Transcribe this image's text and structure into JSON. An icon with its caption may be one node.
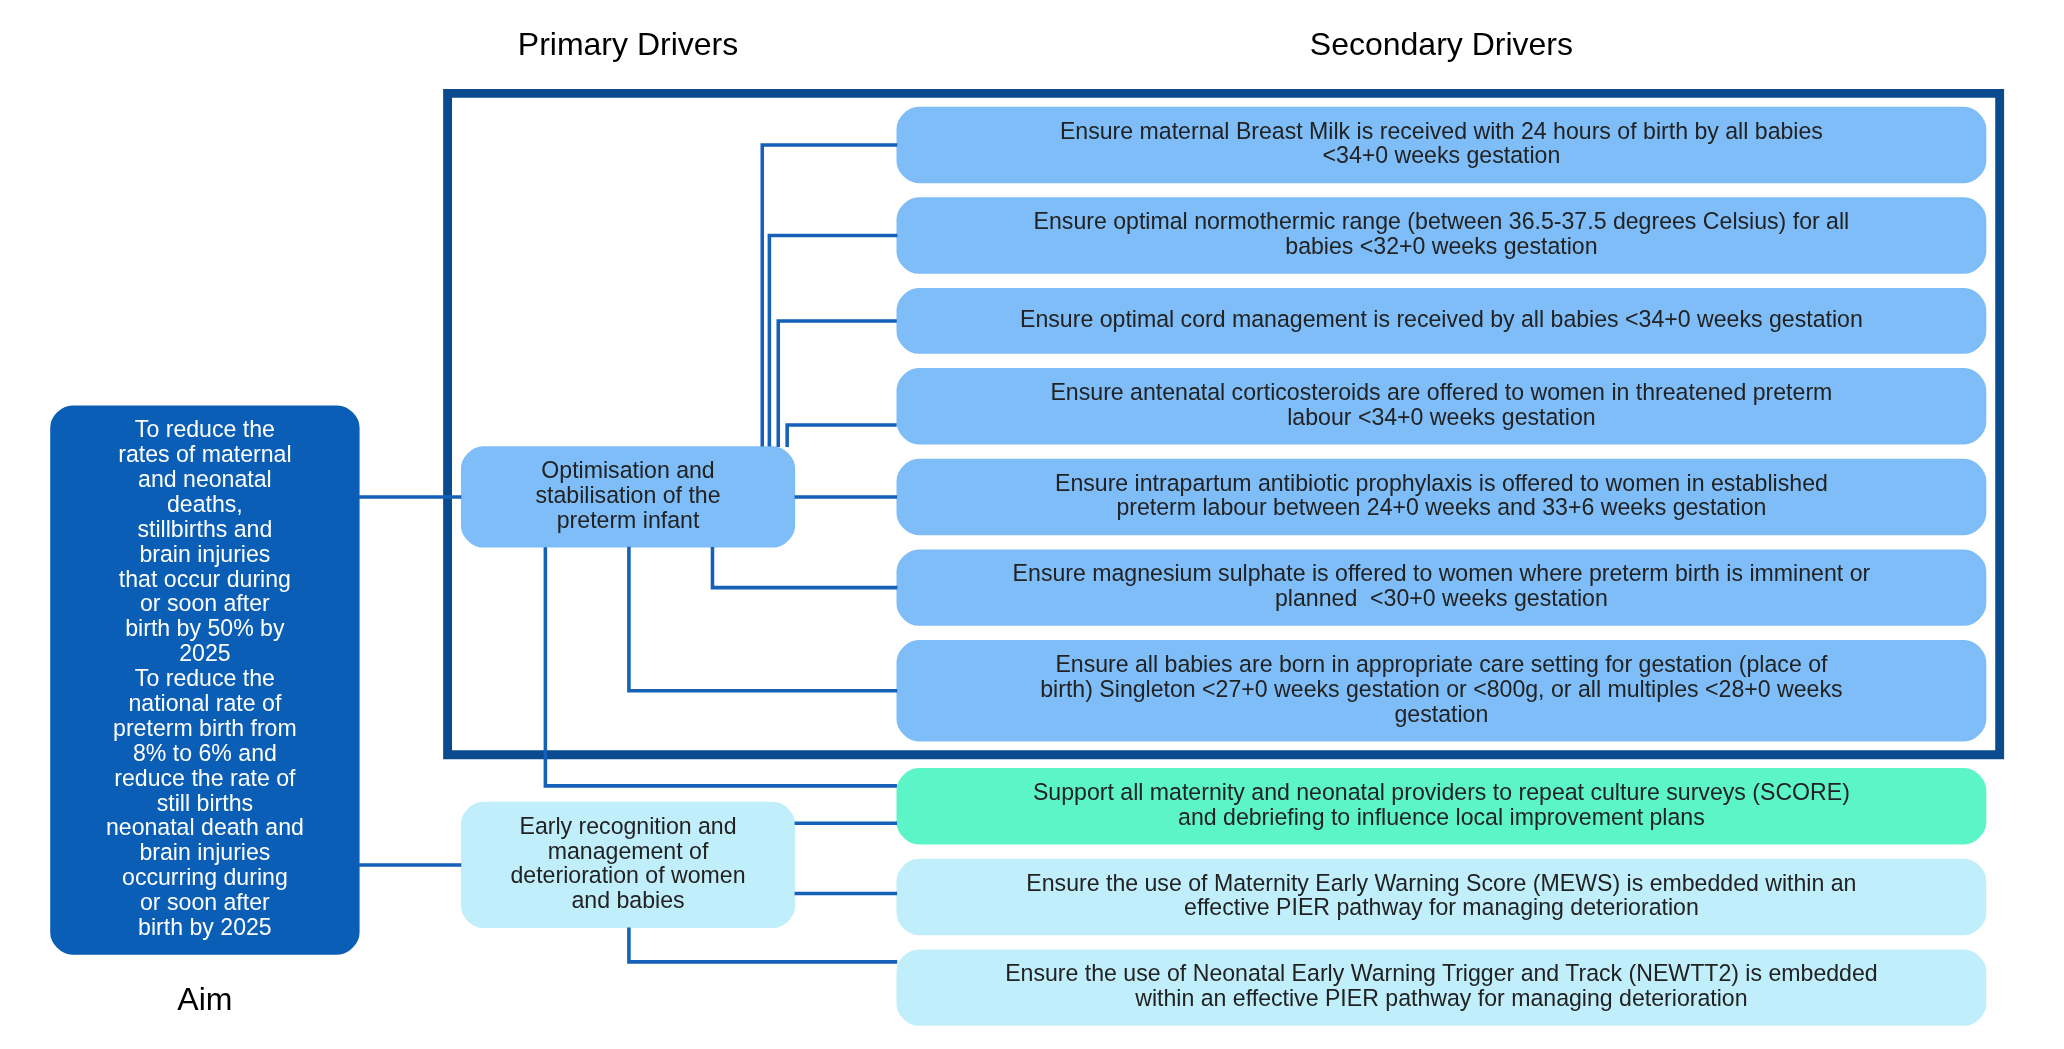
{
  "diagram": {
    "nodes": [
      {
        "text": [
          "To reduce the rates of maternal and neonatal deaths, stillbirths and brain injuries that occur during or soon after birth by 50% by 2025",
          "To reduce the national rate of preterm birth from 8% to 6% and reduce the rate of still births neonatal death and brain injuries occurring during or soon after birth by 2025"
        ]
      },
      {
        "text": [],
        "shape": "box"
      },
      {
        "text": [
          "Optimisation and stabilisation of the preterm infant"
        ],
        "in": 1
      },
      {
        "text": [
          "Ensure all babies are born in appropriate care setting for gestation (place of birth) Singleton <27+0 weeks gestation or <800g, or all multiples <28+0 weeks gestation"
        ],
        "in": 1
      },
      {
        "text": [
          "Ensure magnesium sulphate is offered to women where preterm birth is imminent or planned  <30+0 weeks gestation"
        ],
        "in": 1
      },
      {
        "text": [
          "Ensure intrapartum antibiotic prophylaxis is offered to women in established preterm labour between 24+0 weeks and 33+6 weeks gestation"
        ],
        "in": 1
      },
      {
        "text": [
          "Ensure antenatal corticosteroids are offered to women in threatened preterm labour <34+0 weeks gestation"
        ],
        "in": 1
      },
      {
        "text": [
          "Ensure optimal cord management is received by all babies <34+0 weeks gestation"
        ],
        "in": 1
      },
      {
        "text": [
          "Ensure optimal normothermic range (between 36.5-37.5 degrees Celsius) for all babies <32+0 weeks gestation"
        ],
        "in": 1
      },
      {
        "text": [
          "Ensure maternal Breast Milk is received with 24 hours of birth by all babies <34+0 weeks gestation"
        ],
        "in": 1
      },
      {
        "text": [
          "Early recognition and management of deterioration of women and babies"
        ]
      },
      {
        "text": [
          "Support all maternity and neonatal providers to repeat culture surveys (SCORE) and debriefing to influence local improvement plans"
        ]
      },
      {
        "text": [
          "Ensure the use of Maternity Early Warning Score (MEWS) is embedded within an effective PIER pathway for managing deterioration"
        ]
      },
      {
        "text": [
          "Ensure the use of Neonatal Early Warning Trigger and Track (NEWTT2) is embedded within an effective PIER pathway for managing deterioration"
        ]
      }
    ],
    "edges": [
      {
        "from": 0,
        "to": 2,
        "arrow": "none"
      },
      {
        "from": 0,
        "to": 10,
        "arrow": "none"
      },
      {
        "from": 2,
        "to": 3,
        "arrow": "none"
      },
      {
        "from": 2,
        "to": 4,
        "arrow": "none"
      },
      {
        "from": 2,
        "to": 5,
        "arrow": "none"
      },
      {
        "from": 2,
        "to": 6,
        "arrow": "none"
      },
      {
        "from": 2,
        "to": 7,
        "arrow": "none"
      },
      {
        "from": 2,
        "to": 8,
        "arrow": "none"
      },
      {
        "from": 2,
        "to": 9,
        "arrow": "none"
      },
      {
        "from": 2,
        "to": 11,
        "arrow": "none"
      },
      {
        "from": 10,
        "to": 11,
        "arrow": "none"
      },
      {
        "from": 10,
        "to": 12,
        "arrow": "none"
      },
      {
        "from": 10,
        "to": 13,
        "arrow": "none"
      }
    ],
    "labels": [
      "Aim",
      "Primary Drivers",
      "Secondary Drivers"
    ]
  }
}
